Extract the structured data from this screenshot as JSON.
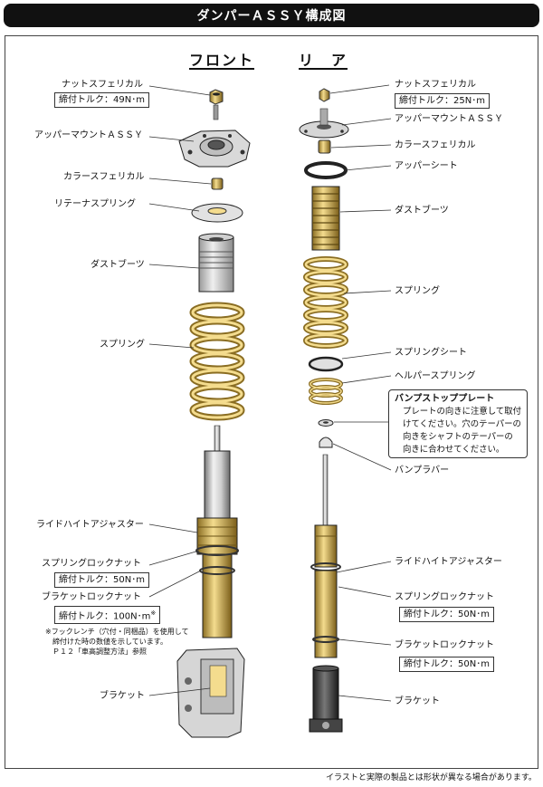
{
  "header": {
    "title": "ダンパーＡＳＳＹ構成図"
  },
  "columns": {
    "front": "フロント",
    "rear": "リ　ア"
  },
  "front": {
    "nut": "ナットスフェリカル",
    "nut_torque": "締付トルク：49N･m",
    "upper_mount": "アッパーマウントＡＳＳＹ",
    "collar": "カラースフェリカル",
    "retainer": "リテーナスプリング",
    "dust_boot": "ダストブーツ",
    "spring": "スプリング",
    "ride_height": "ライドハイトアジャスター",
    "spring_lock_nut": "スプリングロックナット",
    "spring_lock_torque": "締付トルク：50N･m",
    "bracket_lock_nut": "ブラケットロックナット",
    "bracket_lock_torque": "締付トルク：100N･m",
    "torque_mark": "※",
    "note_line1": "※フックレンチ（穴付・同梱品）を使用して",
    "note_line2": "締付けた時の数値を示しています。",
    "note_line3": "Ｐ１２「車高調整方法」参照",
    "bracket": "ブラケット"
  },
  "rear": {
    "nut": "ナットスフェリカル",
    "nut_torque": "締付トルク：25N･m",
    "upper_mount": "アッパーマウントＡＳＳＹ",
    "collar": "カラースフェリカル",
    "upper_seat": "アッパーシート",
    "dust_boot": "ダストブーツ",
    "spring": "スプリング",
    "spring_seat": "スプリングシート",
    "helper_spring": "ヘルパースプリング",
    "bump_stop_title": "バンプストッププレート",
    "bump_stop_line1": "プレートの向きに注意して取付",
    "bump_stop_line2": "けてください。穴のテーパーの",
    "bump_stop_line3": "向きをシャフトのテーパーの",
    "bump_stop_line4": "向きに合わせてください。",
    "bump_rubber": "バンプラバー",
    "ride_height": "ライドハイトアジャスター",
    "spring_lock_nut": "スプリングロックナット",
    "spring_lock_torque": "締付トルク：50N･m",
    "bracket_lock_nut": "ブラケットロックナット",
    "bracket_lock_torque": "締付トルク：50N･m",
    "bracket": "ブラケット"
  },
  "footer": {
    "disclaimer": "イラストと実際の製品とは形状が異なる場合があります。"
  }
}
